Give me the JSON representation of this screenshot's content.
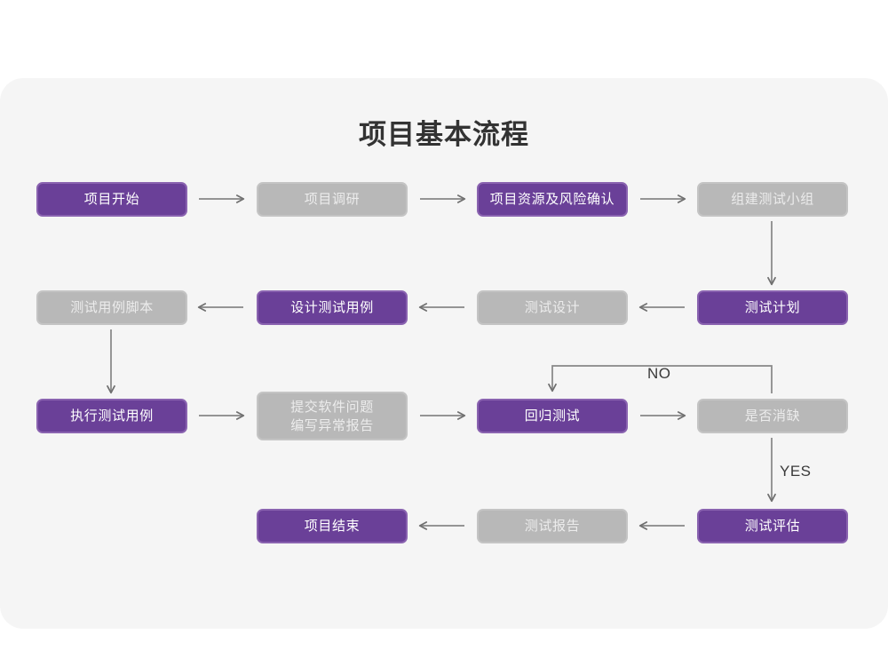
{
  "title": "项目基本流程",
  "colors": {
    "purple": "#6a4098",
    "purple_border": "#8a63b0",
    "gray": "#b8b8b8",
    "gray_border": "#c4c4c4",
    "card_background": "#f5f5f5",
    "page_background": "#ffffff",
    "arrow": "#7a7a7a",
    "title_text": "#333333",
    "purple_text": "#ffffff",
    "gray_text": "#ececec",
    "edge_label_text": "#3a3a3a"
  },
  "nodes": [
    {
      "id": "n1",
      "label": "项目开始",
      "style": "purple",
      "row": 1
    },
    {
      "id": "n2",
      "label": "项目调研",
      "style": "gray",
      "row": 1
    },
    {
      "id": "n3",
      "label": "项目资源及风险确认",
      "style": "purple",
      "row": 1
    },
    {
      "id": "n4",
      "label": "组建测试小组",
      "style": "gray",
      "row": 1
    },
    {
      "id": "n5",
      "label": "测试用例脚本",
      "style": "gray",
      "row": 2
    },
    {
      "id": "n6",
      "label": "设计测试用例",
      "style": "purple",
      "row": 2
    },
    {
      "id": "n7",
      "label": "测试设计",
      "style": "gray",
      "row": 2
    },
    {
      "id": "n8",
      "label": "测试计划",
      "style": "purple",
      "row": 2
    },
    {
      "id": "n9",
      "label": "执行测试用例",
      "style": "purple",
      "row": 3
    },
    {
      "id": "n10",
      "label": "提交软件问题\n编写异常报告",
      "style": "gray",
      "row": 3
    },
    {
      "id": "n11",
      "label": "回归测试",
      "style": "purple",
      "row": 3
    },
    {
      "id": "n12",
      "label": "是否消缺",
      "style": "gray",
      "row": 3
    },
    {
      "id": "n13",
      "label": "项目结束",
      "style": "purple",
      "row": 4
    },
    {
      "id": "n14",
      "label": "测试报告",
      "style": "gray",
      "row": 4
    },
    {
      "id": "n15",
      "label": "测试评估",
      "style": "purple",
      "row": 4
    }
  ],
  "edge_labels": {
    "no": "NO",
    "yes": "YES"
  },
  "edges": [
    {
      "from": "n1",
      "to": "n2",
      "label": ""
    },
    {
      "from": "n2",
      "to": "n3",
      "label": ""
    },
    {
      "from": "n3",
      "to": "n4",
      "label": ""
    },
    {
      "from": "n4",
      "to": "n8",
      "label": ""
    },
    {
      "from": "n8",
      "to": "n7",
      "label": ""
    },
    {
      "from": "n7",
      "to": "n6",
      "label": ""
    },
    {
      "from": "n6",
      "to": "n5",
      "label": ""
    },
    {
      "from": "n5",
      "to": "n9",
      "label": ""
    },
    {
      "from": "n9",
      "to": "n10",
      "label": ""
    },
    {
      "from": "n10",
      "to": "n11",
      "label": ""
    },
    {
      "from": "n11",
      "to": "n12",
      "label": ""
    },
    {
      "from": "n12",
      "to": "n11",
      "label": "NO"
    },
    {
      "from": "n12",
      "to": "n15",
      "label": "YES"
    },
    {
      "from": "n15",
      "to": "n14",
      "label": ""
    },
    {
      "from": "n14",
      "to": "n13",
      "label": ""
    }
  ]
}
